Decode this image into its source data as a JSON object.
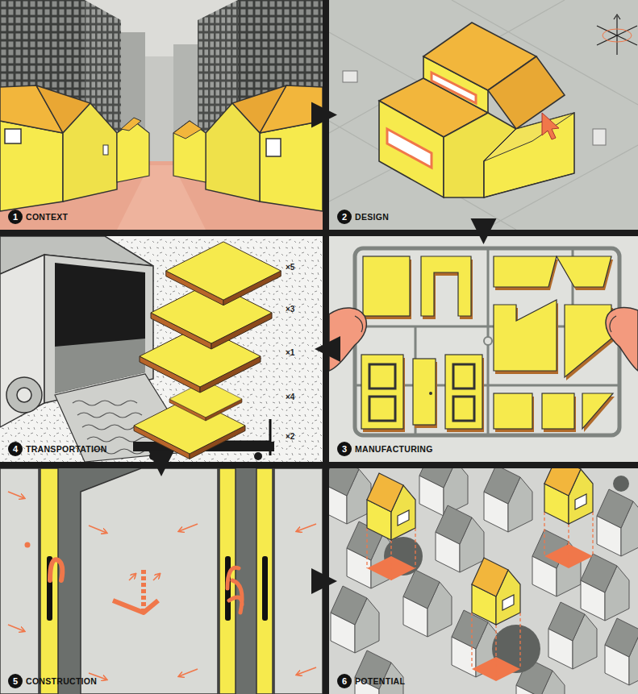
{
  "diagram": {
    "nodes": [
      {
        "text": [
          "CONTEXT"
        ]
      },
      {
        "text": [
          "1"
        ],
        "in": 0
      },
      {
        "text": [
          "DESIGN"
        ]
      },
      {
        "text": [
          "2"
        ],
        "in": 2
      },
      {
        "text": [
          "MANUFACTURING"
        ]
      },
      {
        "text": [
          "3"
        ],
        "in": 4
      },
      {
        "text": [
          "TRANSPORTATION"
        ]
      },
      {
        "text": [
          "4"
        ],
        "in": 6
      },
      {
        "text": [
          "CONSTRUCTION"
        ]
      },
      {
        "text": [
          "5"
        ],
        "in": 8
      },
      {
        "text": [
          "POTENTIAL"
        ]
      },
      {
        "text": [
          "6"
        ],
        "in": 10
      }
    ],
    "edges": [
      {
        "from": 0,
        "to": 2,
        "arrow": "to"
      },
      {
        "from": 2,
        "to": 4,
        "arrow": "to"
      },
      {
        "from": 4,
        "to": 6,
        "arrow": "to"
      },
      {
        "from": 6,
        "to": 8,
        "arrow": "to"
      },
      {
        "from": 8,
        "to": 10,
        "arrow": "to"
      }
    ],
    "labels": [
      "×5",
      "×3",
      "×1",
      "×4",
      "×2"
    ]
  }
}
